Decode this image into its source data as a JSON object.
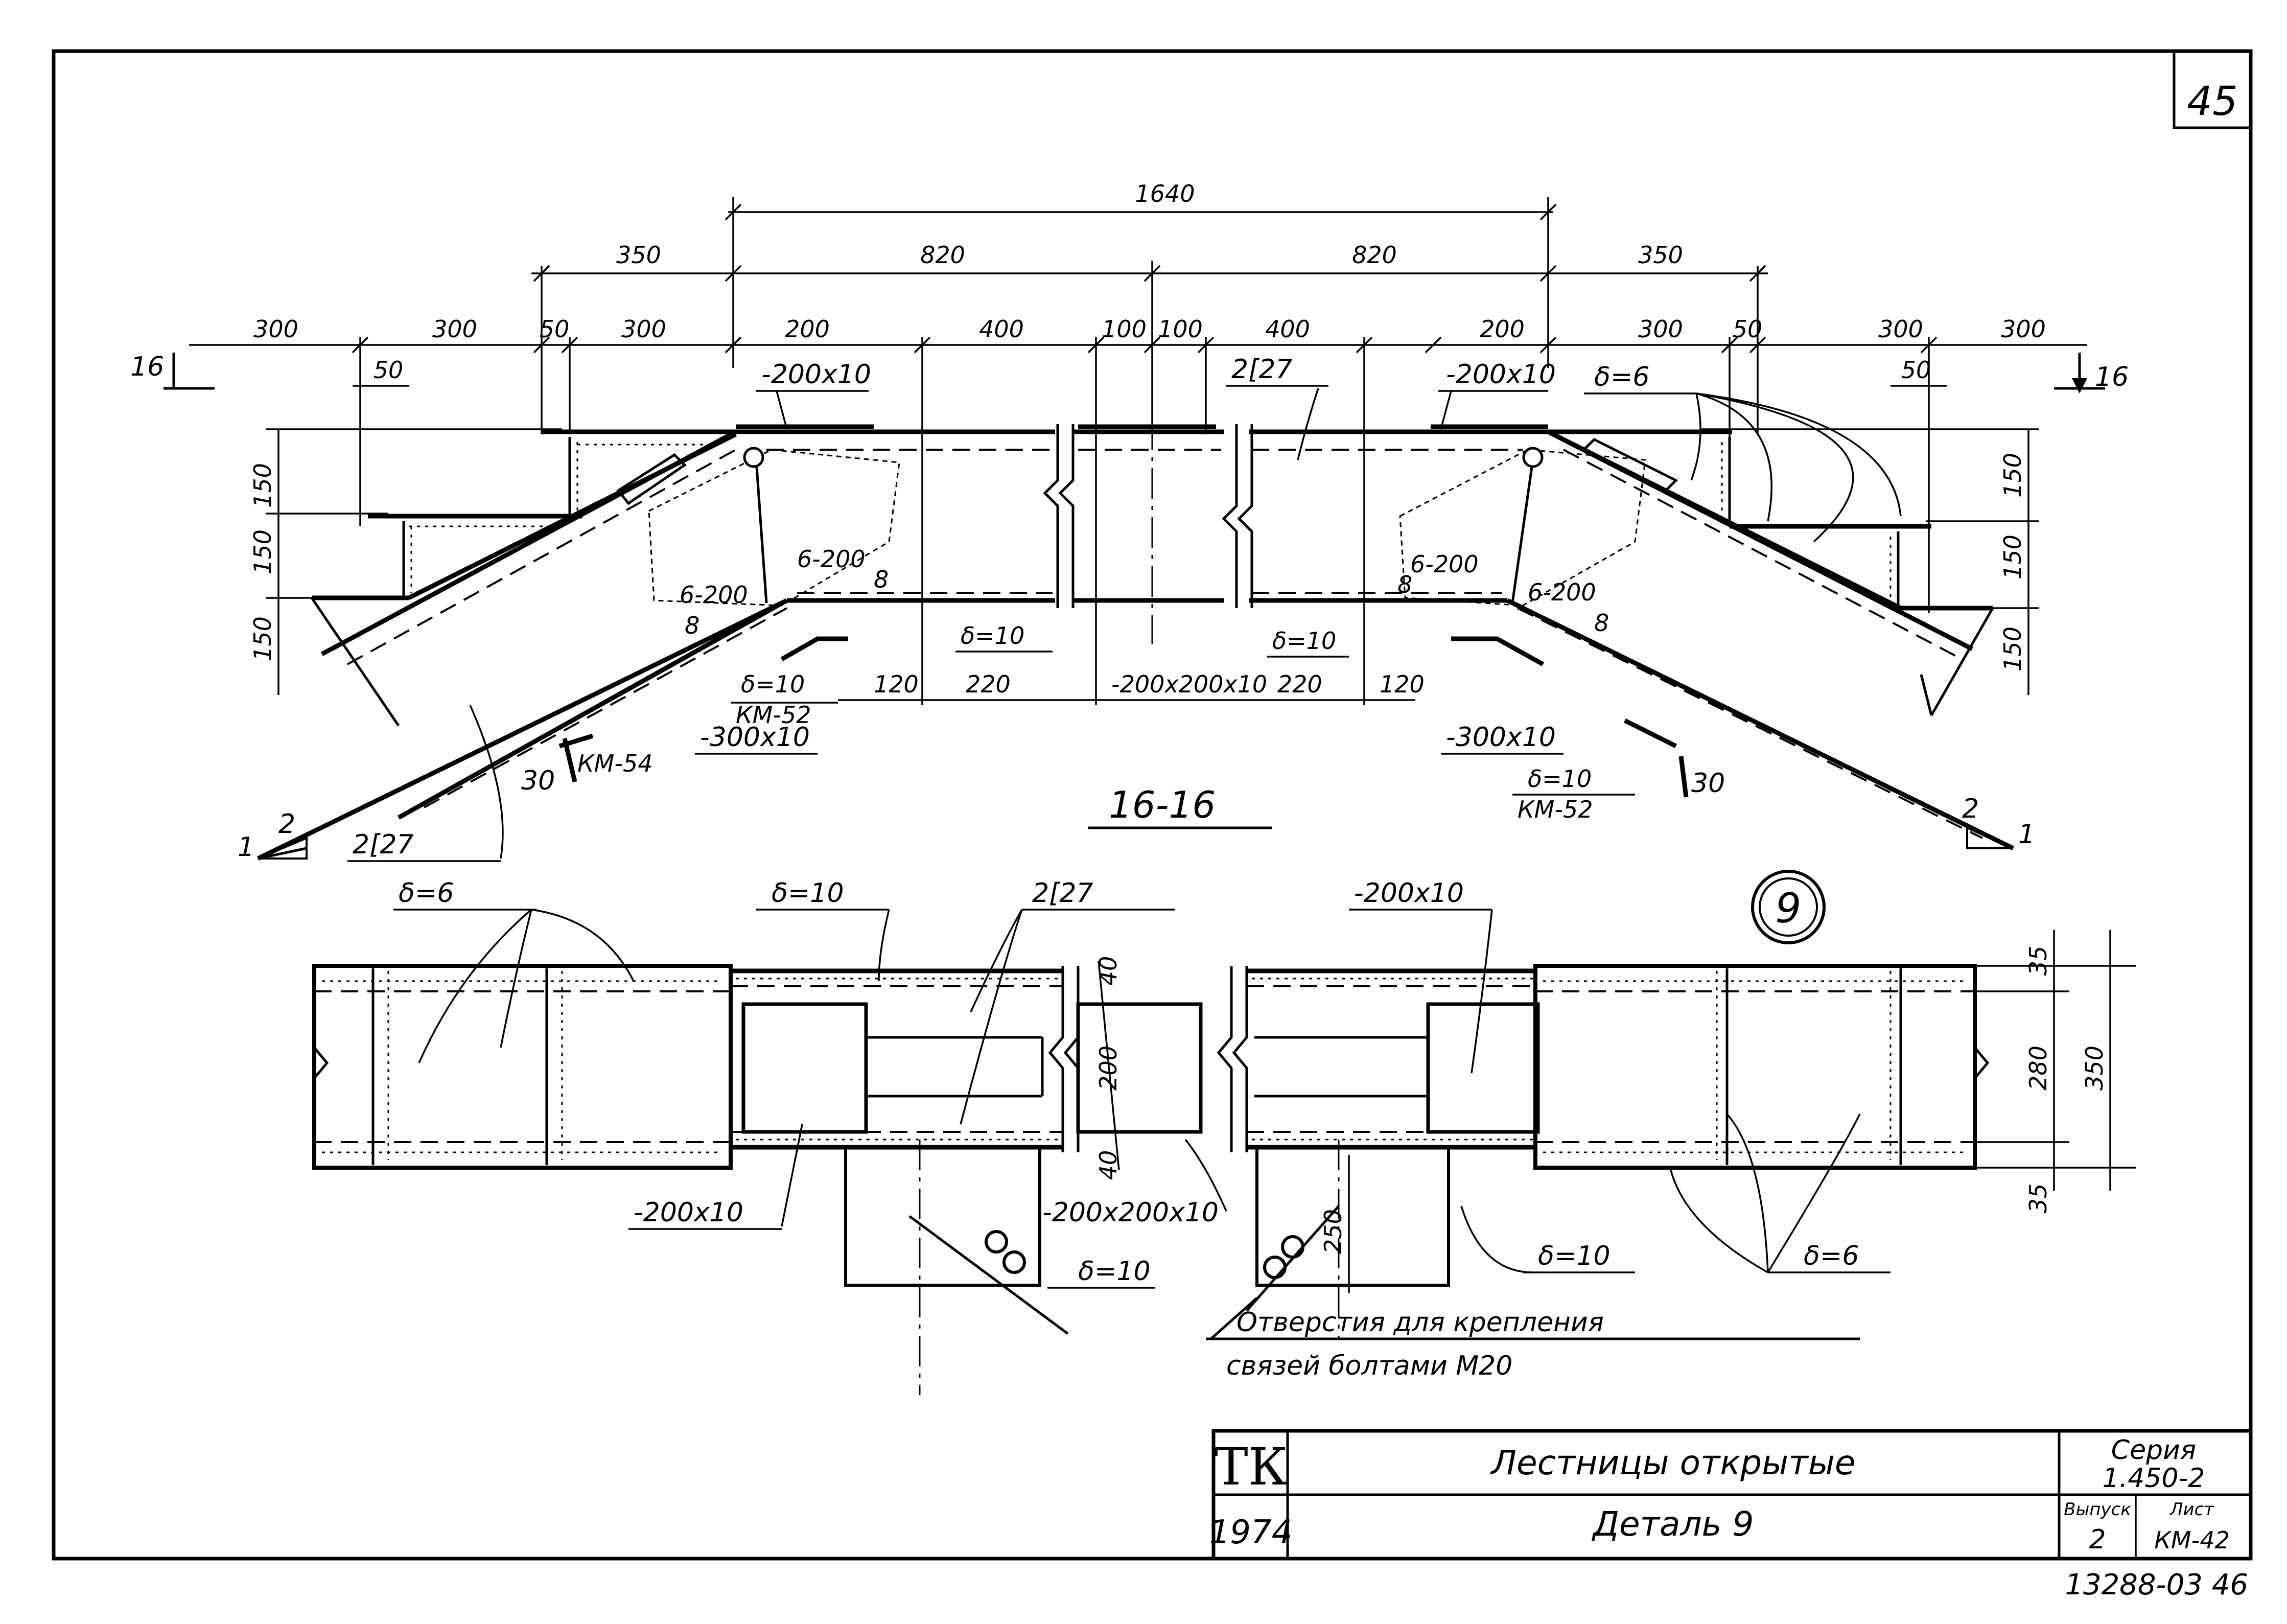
{
  "sheet_number": "45",
  "top_view": {
    "dimensions": {
      "overall": "1640",
      "halves": [
        "820",
        "820"
      ],
      "side_350": [
        "350",
        "350"
      ],
      "row_left": [
        "300",
        "300",
        "50",
        "300",
        "200",
        "400",
        "100",
        "100",
        "400"
      ],
      "row_right": [
        "200",
        "300",
        "50",
        "300",
        "300"
      ],
      "small_50": [
        "50",
        "50"
      ],
      "vertical_left": [
        "150",
        "150",
        "150"
      ],
      "vertical_right": [
        "150",
        "150",
        "150"
      ],
      "bottom": [
        "120",
        "220",
        "220",
        "120"
      ]
    },
    "labels": {
      "plate_200x10_left": "-200x10",
      "plate_200x10_right": "-200x10",
      "channel_top": "2[27",
      "delta6_top": "δ=6",
      "rib_6_200_a": "6-200",
      "rib_6_200_b": "6-200",
      "rib_6_200_c": "6-200",
      "rib_6_200_d": "6-200",
      "weld_8": "8",
      "delta10_a": "δ=10",
      "delta10_b": "δ=10",
      "delta10_c": "δ=10",
      "delta10_d": "δ=10",
      "km52_left": "КМ-52",
      "km52_right": "КМ-52",
      "km54": "КМ-54",
      "num_30_left": "30",
      "num_30_right": "30",
      "plate_300x10_left": "-300x10",
      "plate_300x10_right": "-300x10",
      "plate_200x200x10": "-200x200x10",
      "channel_bottom_left": "2[27",
      "slope_2": "2",
      "slope_1": "1",
      "cut_mark": "16",
      "section_title": "16-16"
    }
  },
  "plan_view": {
    "detail_number": "9",
    "labels": {
      "delta6_top": "δ=6",
      "delta10_top": "δ=10",
      "channel": "2[27",
      "plate_200x10_top": "-200x10",
      "plate_200x10_bottom": "-200x10",
      "plate_200x200x10": "-200x200x10",
      "delta10_a": "δ=10",
      "delta10_b": "δ=10",
      "delta6_bottom": "δ=6",
      "dim_40_top": "40",
      "dim_200": "200",
      "dim_40_bottom": "40",
      "dim_250": "250",
      "dim_35_top": "35",
      "dim_280": "280",
      "dim_350": "350",
      "dim_35_bottom": "35"
    },
    "note_line1": "Отверстия для крепления",
    "note_line2": "связей болтами М20"
  },
  "title_block": {
    "org": "ТК",
    "year": "1974",
    "title": "Лестницы открытые",
    "subtitle": "Деталь 9",
    "series_label": "Серия",
    "series_value": "1.450-2",
    "issue_label": "Выпуск",
    "issue_value": "2",
    "sheet_label": "Лист",
    "sheet_value": "КМ-42"
  },
  "archive_number": "13288-03  46"
}
